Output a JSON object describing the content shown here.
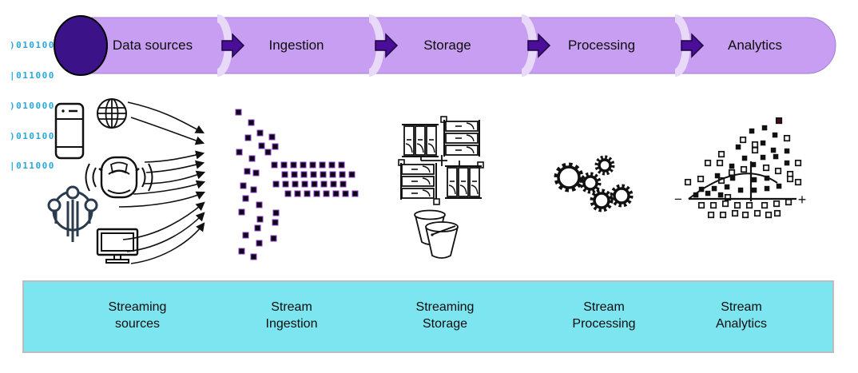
{
  "pipeline": {
    "stages": [
      "Data sources",
      "Ingestion",
      "Storage",
      "Processing",
      "Analytics"
    ]
  },
  "binary": {
    "lines": [
      ")010100",
      "|011000",
      ")010000",
      ")010100",
      "|011000"
    ]
  },
  "footer": {
    "labels": [
      {
        "line1": "Streaming",
        "line2": "sources"
      },
      {
        "line1": "Stream",
        "line2": "Ingestion"
      },
      {
        "line1": "Streaming",
        "line2": "Storage"
      },
      {
        "line1": "Stream",
        "line2": "Processing"
      },
      {
        "line1": "Stream",
        "line2": "Analytics"
      }
    ]
  },
  "icons": {
    "sources": [
      "smartphone-icon",
      "globe-icon",
      "connected-car-icon",
      "iot-network-icon",
      "monitor-icon"
    ],
    "ingestion": "data-stream-squares-icon",
    "storage": [
      "server-rack-grid-icon",
      "storage-buckets-icon"
    ],
    "processing": "gears-icon",
    "analytics": {
      "name": "scatter-plot-curve-icon",
      "minus": "−",
      "plus": "+"
    }
  },
  "colors": {
    "pipe_body": "#c89ef2",
    "pipe_edge": "#a37fd6",
    "pipe_ring": "#e9d9f8",
    "pipe_opening": "#3b1288",
    "flow_arrow": "#4a0e99",
    "binary_text": "#2aa8d6",
    "footer_bg": "#7de5ef",
    "footer_border": "#bdbdbd",
    "iot_icon": "#2b3b4e",
    "stream_square": "#0d0118",
    "stream_square_halo": "#8a3fc6",
    "accent_square": "#4a0d15",
    "icon_stroke": "#111111"
  }
}
